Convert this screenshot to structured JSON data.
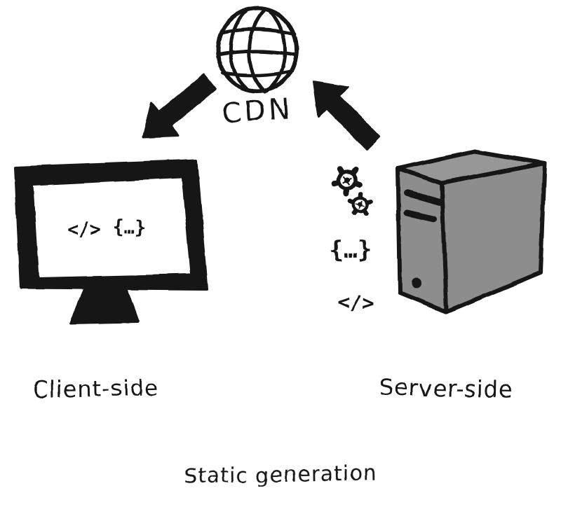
{
  "diagram": {
    "title": "Static generation",
    "cdn": {
      "label": "CDN"
    },
    "client": {
      "label": "Client-side",
      "screen_symbols": {
        "code": "</>",
        "braces": "{…}"
      }
    },
    "server": {
      "label": "Server-side",
      "symbols": {
        "braces": "{…}",
        "code": "</>"
      }
    },
    "icons": [
      "globe-icon",
      "arrow-cdn-to-client-icon",
      "arrow-server-to-cdn-icon",
      "monitor-icon",
      "server-tower-icon",
      "gear-icon",
      "gear-icon-small",
      "power-button-icon",
      "vent-slot-icon"
    ],
    "colors": {
      "ink": "#161616",
      "server_gray": "#8d8d8d",
      "server_gray_top": "#979797",
      "screen_white": "#ffffff",
      "background": "#ffffff"
    }
  }
}
